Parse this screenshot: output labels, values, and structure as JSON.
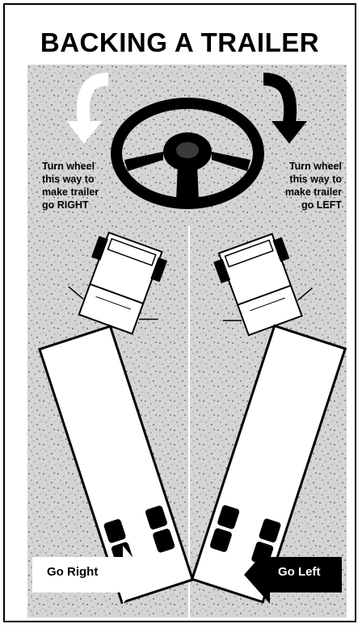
{
  "title": "BACKING A TRAILER",
  "left_caption": [
    "Turn wheel",
    "this way to",
    "make trailer",
    "go RIGHT"
  ],
  "right_caption": [
    "Turn wheel",
    "this way to",
    "make trailer",
    "go LEFT"
  ],
  "go_right_label": "Go Right",
  "go_left_label": "Go Left",
  "colors": {
    "background": "#d4d4d4",
    "ink": "#000000",
    "trailer": "#ffffff",
    "arrow_light": "#ffffff",
    "arrow_dark": "#000000"
  },
  "icons": [
    "steering-wheel-icon",
    "curved-arrow-left-icon",
    "curved-arrow-right-icon",
    "truck-trailer-icon"
  ]
}
